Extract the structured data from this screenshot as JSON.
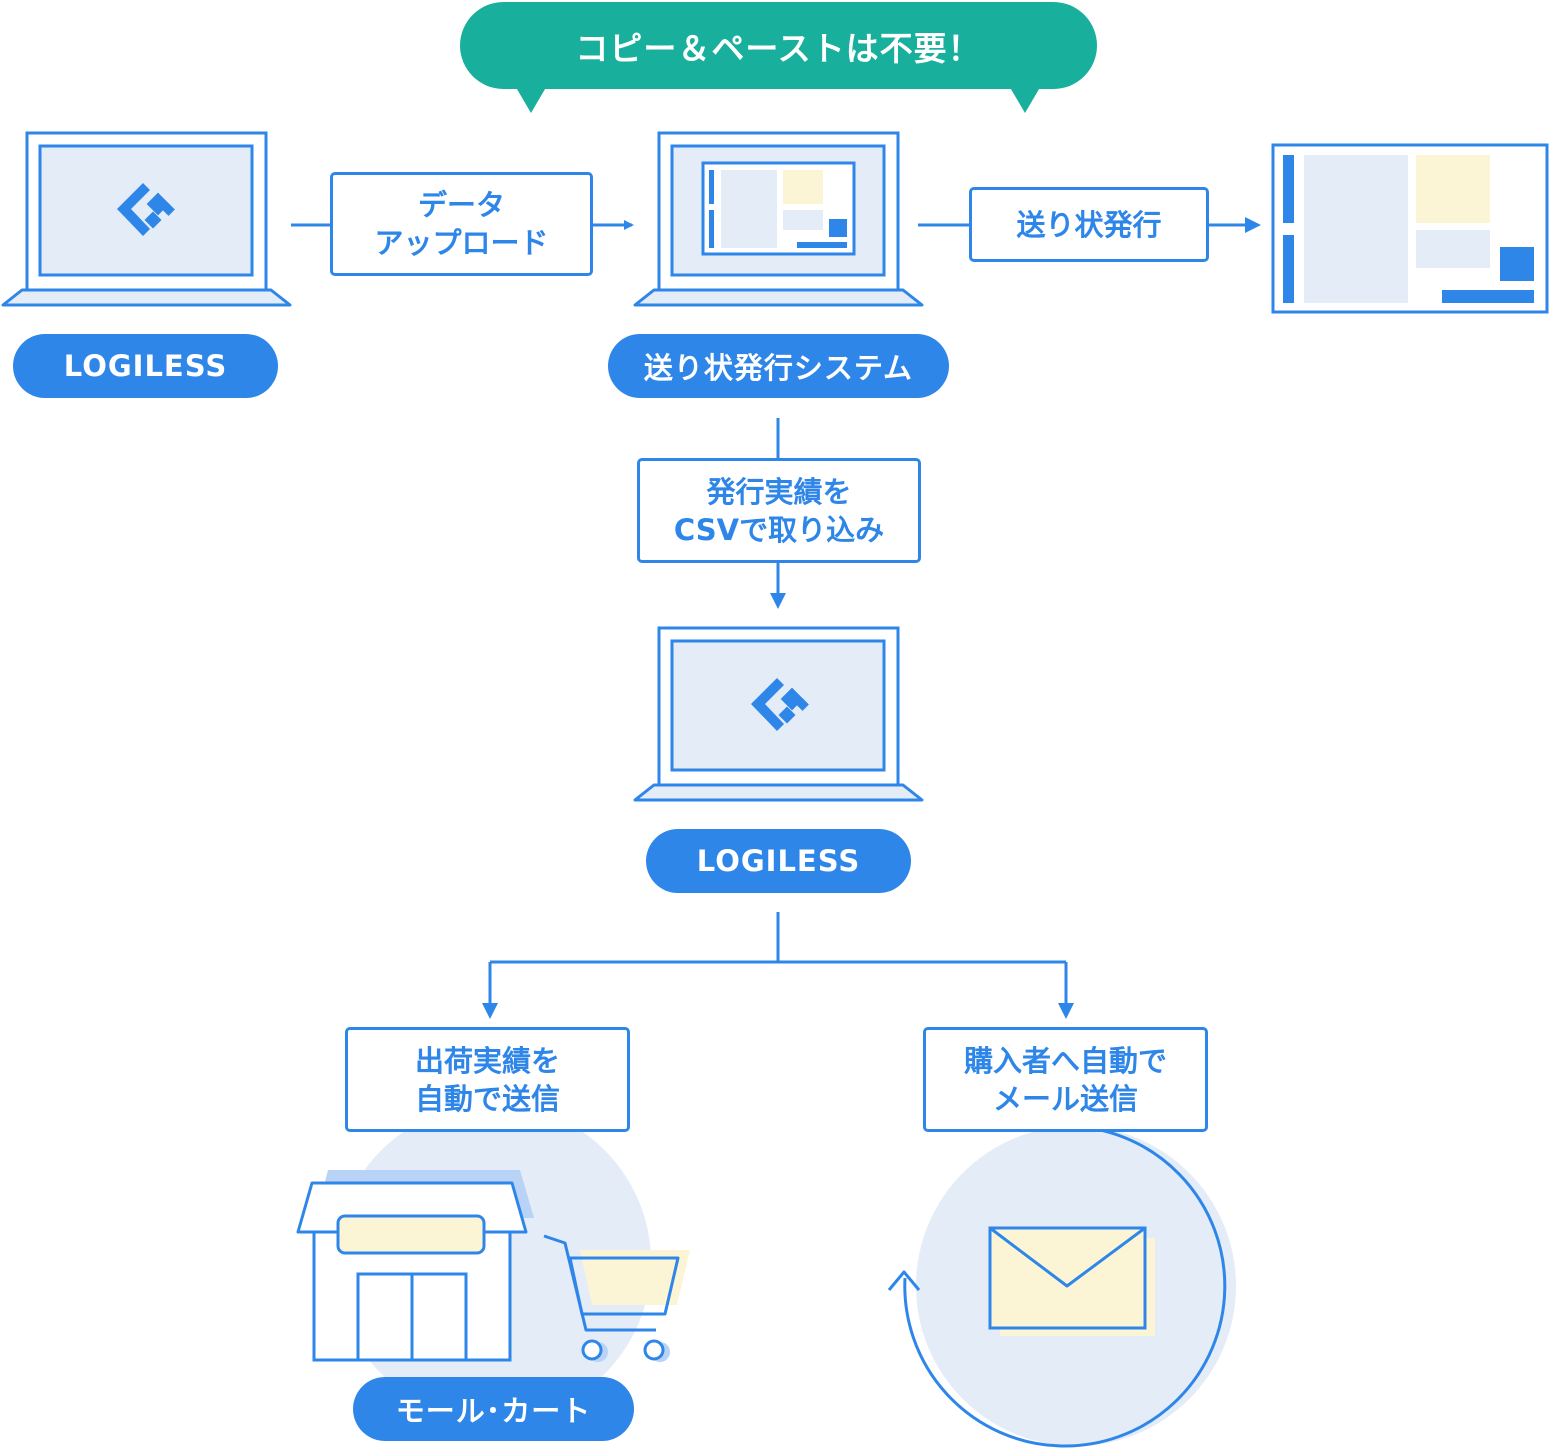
{
  "callout": {
    "text": "コピー＆ペーストは不要！"
  },
  "nodes": {
    "logiless_top": {
      "label": "LOGILESS"
    },
    "shipping_system": {
      "label": "送り状発行システム"
    },
    "logiless_middle": {
      "label": "LOGILESS"
    },
    "mall_cart": {
      "label": "モール･カート"
    }
  },
  "steps": {
    "data_upload": {
      "line1": "データ",
      "line2": "アップロード"
    },
    "issue_label": {
      "line1": "送り状発行"
    },
    "import_csv": {
      "line1": "発行実績を",
      "line2": "CSVで取り込み"
    },
    "send_results": {
      "line1": "出荷実績を",
      "line2": "自動で送信"
    },
    "email_buyer": {
      "line1": "購入者へ自動で",
      "line2": "メール送信"
    }
  },
  "colors": {
    "blue": "#2f86e9",
    "light_blue": "#e3ecf7",
    "teal": "#18b09c",
    "cream": "#fbf5d6"
  },
  "icons": [
    "logiless-logo-icon",
    "laptop-icon",
    "shipping-label-icon",
    "store-icon",
    "cart-icon",
    "envelope-icon",
    "refresh-arrow-icon"
  ]
}
